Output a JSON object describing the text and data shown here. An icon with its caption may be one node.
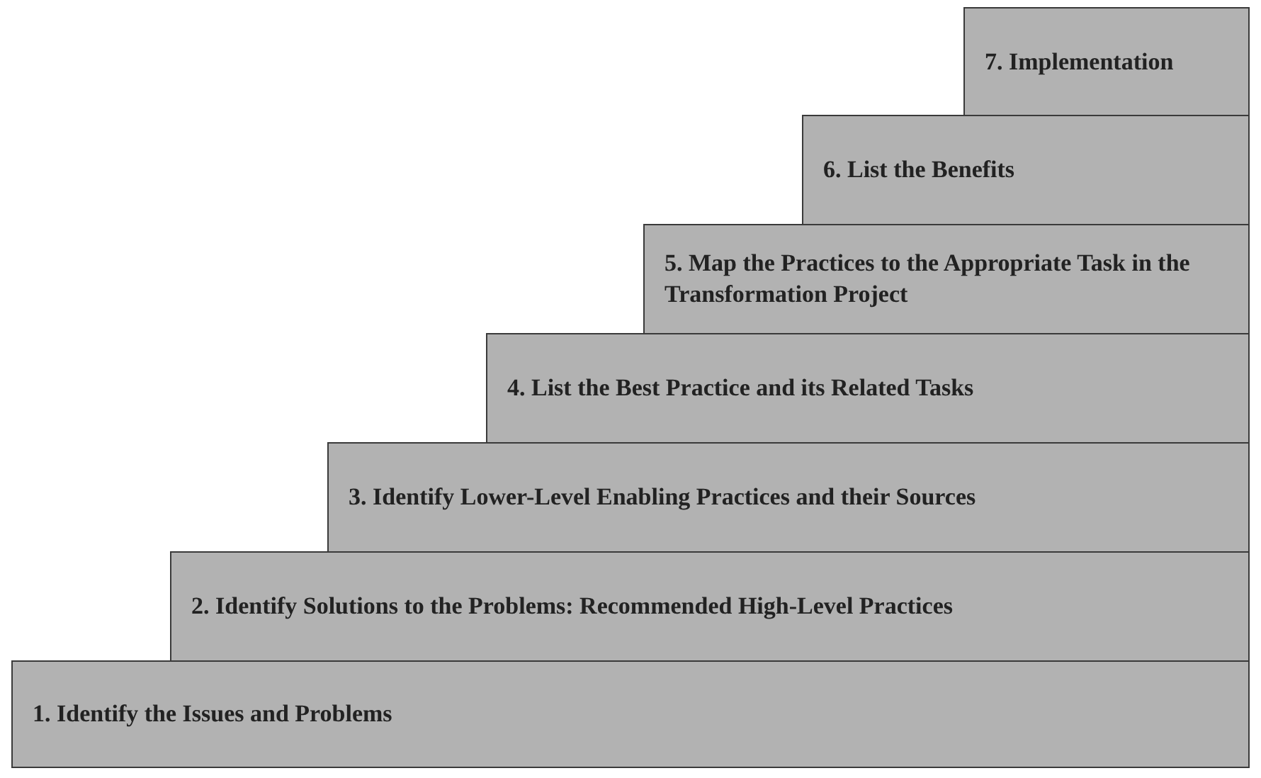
{
  "diagram": {
    "nodes": [
      {
        "text": [
          "1. Identify the Issues and Problems"
        ]
      },
      {
        "text": [
          "2. Identify Solutions to the Problems: Recommended High-Level Practices"
        ]
      },
      {
        "text": [
          "3. Identify Lower-Level Enabling Practices and their Sources"
        ]
      },
      {
        "text": [
          "4. List the Best Practice and its Related Tasks"
        ]
      },
      {
        "text": [
          "5. Map the Practices to the Appropriate Task in the Transformation Project"
        ]
      },
      {
        "text": [
          "6. List the Benefits"
        ]
      },
      {
        "text": [
          "7. Implementation"
        ]
      }
    ]
  }
}
